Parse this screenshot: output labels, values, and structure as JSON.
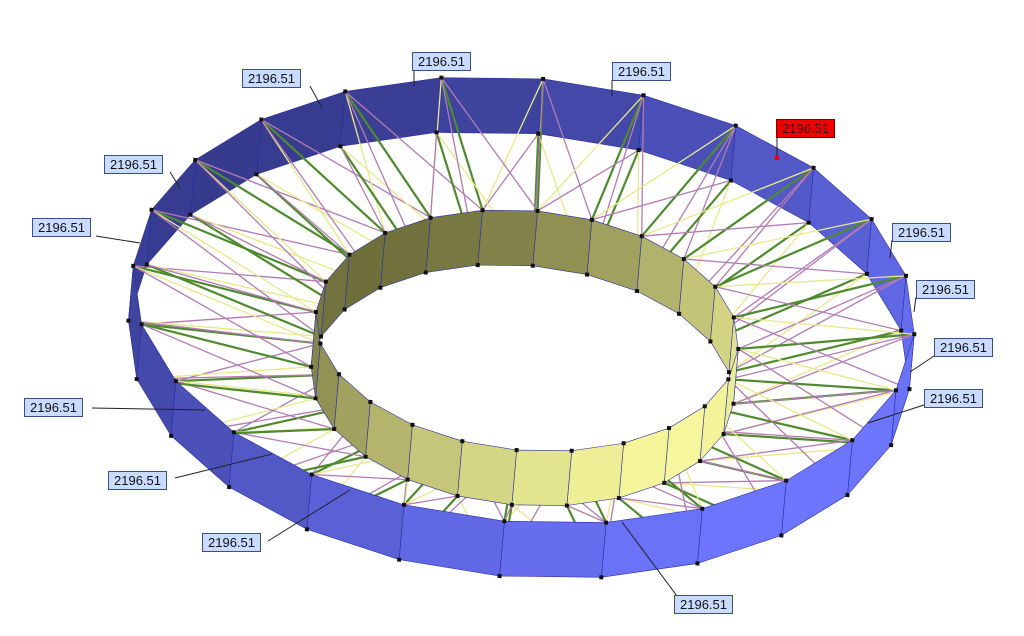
{
  "colors": {
    "outer_light": "#6e76ff",
    "outer_dark": "#363b8e",
    "inner_light": "#f6f79c",
    "inner_dark": "#6f6f3c",
    "label_bg": "#c9dcff",
    "selected_bg": "#ee0000",
    "chord_green": "#4f8a2e",
    "chord_pink": "#b47ab4",
    "chord_yellow": "#e6e98a"
  },
  "labels": [
    {
      "text": "2196.51"
    },
    {
      "text": "2196.51"
    },
    {
      "text": "2196.51"
    },
    {
      "text": "2196.51",
      "selected": true
    },
    {
      "text": "2196.51"
    },
    {
      "text": "2196.51"
    },
    {
      "text": "2196.51"
    },
    {
      "text": "2196.51"
    },
    {
      "text": "2196.51"
    },
    {
      "text": "2196.51"
    },
    {
      "text": "2196.51"
    },
    {
      "text": "2196.51"
    },
    {
      "text": "2196.51"
    },
    {
      "text": "2196.51"
    }
  ]
}
